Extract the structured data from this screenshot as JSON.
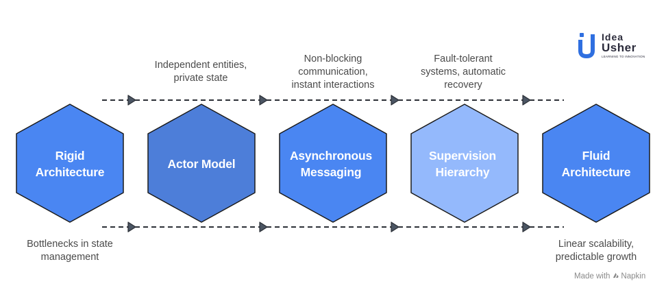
{
  "steps": [
    {
      "label_lines": [
        "Rigid",
        "Architecture"
      ],
      "color": "#4A86F2"
    },
    {
      "label_lines": [
        "Actor Model"
      ],
      "color": "#4D7ED9"
    },
    {
      "label_lines": [
        "Asynchronous",
        "Messaging"
      ],
      "color": "#4A86F2"
    },
    {
      "label_lines": [
        "Supervision",
        "Hierarchy"
      ],
      "color": "#94B9FC"
    },
    {
      "label_lines": [
        "Fluid",
        "Architecture"
      ],
      "color": "#4A86F2"
    }
  ],
  "top_captions": [
    {
      "lines": [
        "Independent entities,",
        "private state"
      ]
    },
    {
      "lines": [
        "Non-blocking",
        "communication,",
        "instant interactions"
      ]
    },
    {
      "lines": [
        "Fault-tolerant",
        "systems, automatic",
        "recovery"
      ]
    }
  ],
  "bottom_captions": [
    {
      "lines": [
        "Bottlenecks in state",
        "management"
      ]
    },
    {
      "lines": [
        "Linear scalability,",
        "predictable growth"
      ]
    }
  ],
  "logo": {
    "line1": "Idea",
    "line2": "Usher",
    "tagline": "LEARNING TO INNOVATION",
    "brand_blue": "#2F6FE0"
  },
  "credit": {
    "prefix": "Made with",
    "brand": "Napkin"
  },
  "colors": {
    "stroke": "#1a1a1a",
    "caption_text": "#4a4a4a",
    "arrow": "#2b2f36"
  }
}
